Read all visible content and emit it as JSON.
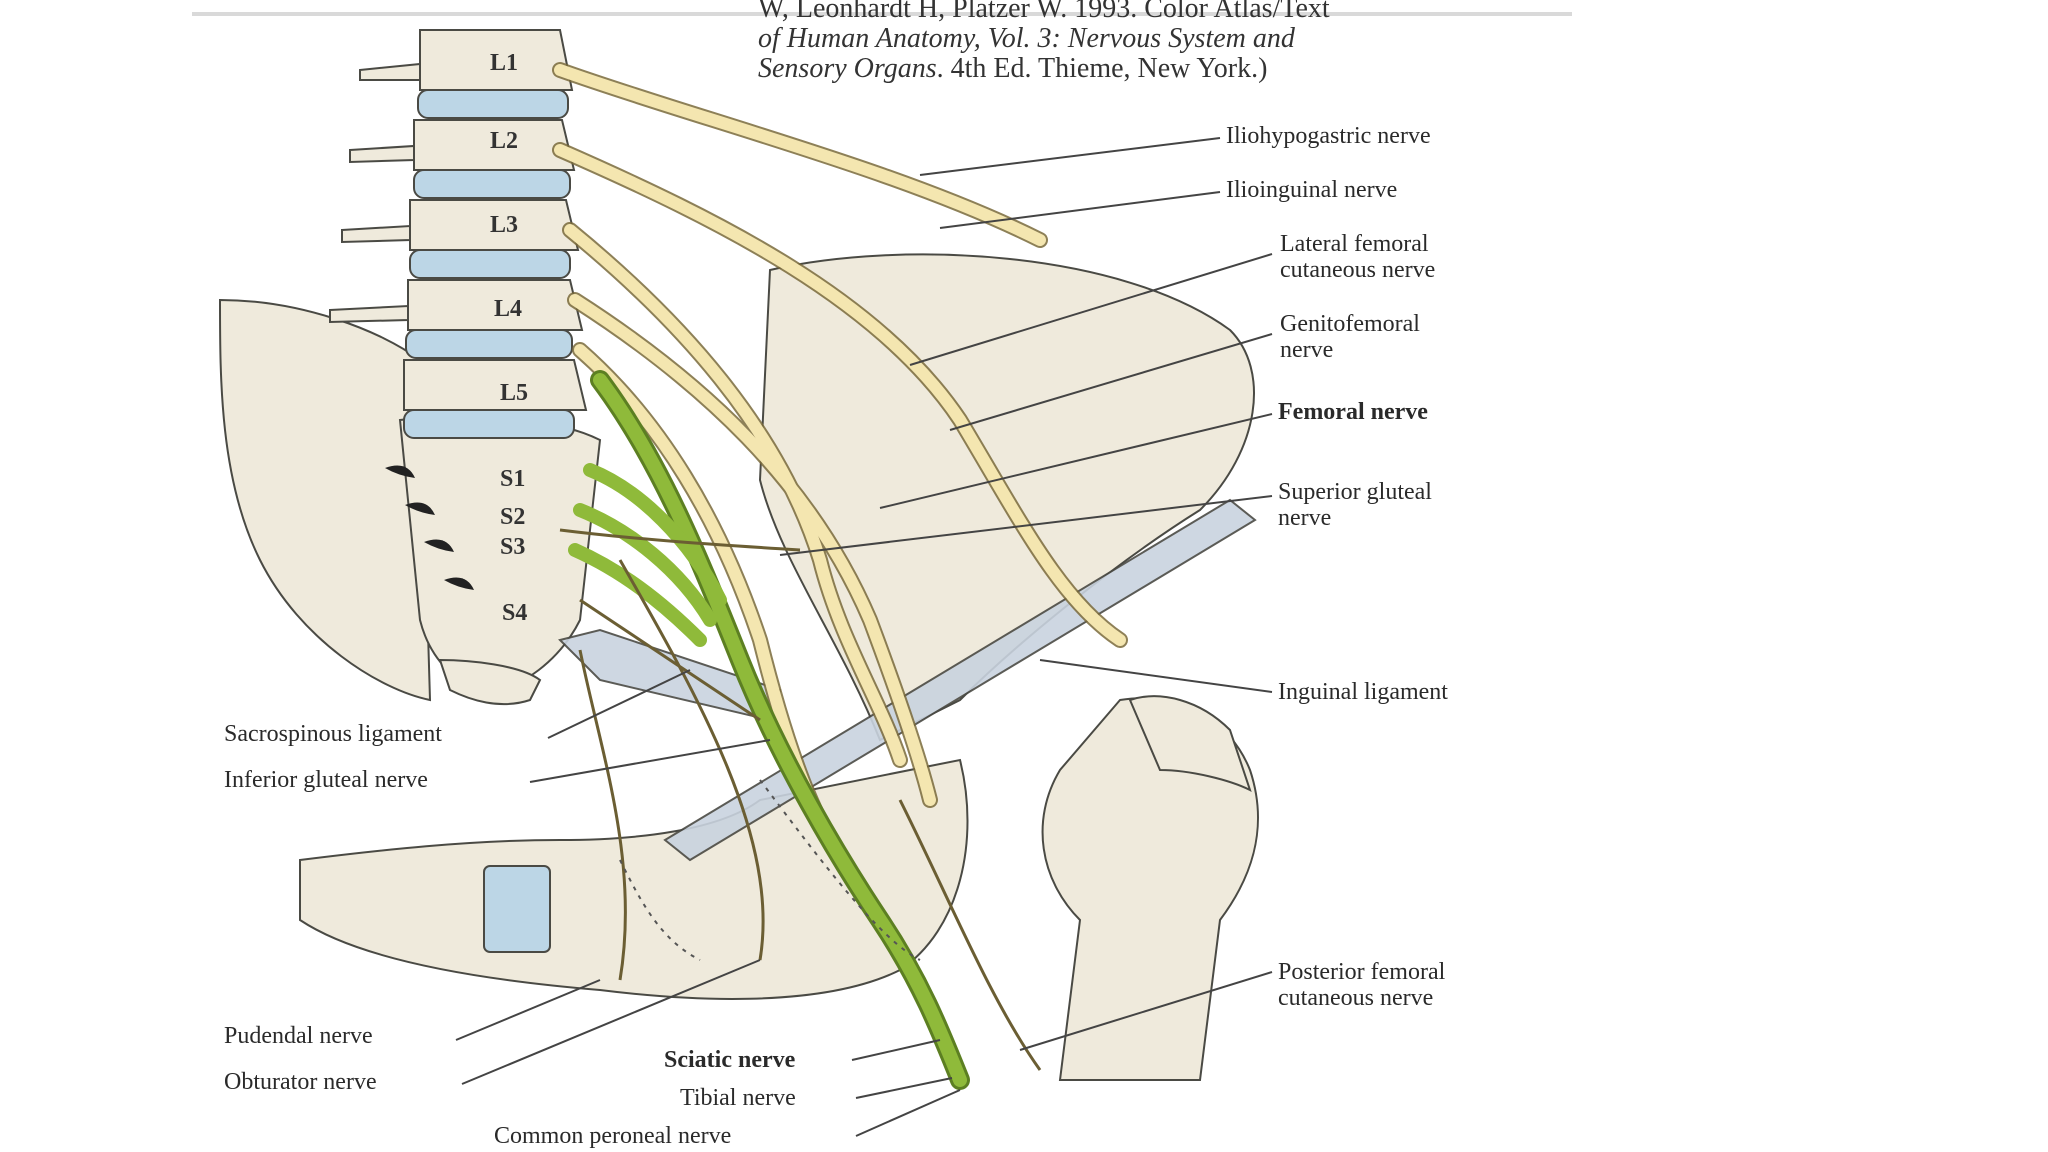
{
  "citation": {
    "line1": "W, Leonhardt H, Platzer W. 1993. Color Atlas/Text",
    "line2": "of Human Anatomy, Vol. 3: Nervous System and",
    "line3_italic": "Sensory Organs",
    "line3_rest": ". 4th Ed. Thieme, New York.)"
  },
  "vertebrae": [
    "L1",
    "L2",
    "L3",
    "L4",
    "L5",
    "S1",
    "S2",
    "S3",
    "S4"
  ],
  "labels": {
    "iliohypogastric": "Iliohypogastric nerve",
    "ilioinguinal": "Ilioinguinal nerve",
    "lat_fem_1": "Lateral femoral",
    "lat_fem_2": "cutaneous nerve",
    "genito_1": "Genitofemoral",
    "genito_2": "nerve",
    "femoral": "Femoral nerve",
    "sup_glut_1": "Superior gluteal",
    "sup_glut_2": "nerve",
    "inguinal": "Inguinal ligament",
    "sacrospinous": "Sacrospinous ligament",
    "inf_glut": "Inferior gluteal nerve",
    "post_fem_1": "Posterior femoral",
    "post_fem_2": "cutaneous nerve",
    "pudendal": "Pudendal nerve",
    "obturator": "Obturator nerve",
    "sciatic": "Sciatic nerve",
    "tibial": "Tibial nerve",
    "peroneal": "Common peroneal nerve"
  },
  "colors": {
    "bone": "#efeadc",
    "bone_outline": "#4a4a44",
    "disc": "#bcd6e6",
    "nerve": "#f4e6b0",
    "nerve_outline": "#7a6a3a",
    "sacral_nerve": "#8fba3a",
    "ligament": "#c9d3df"
  }
}
